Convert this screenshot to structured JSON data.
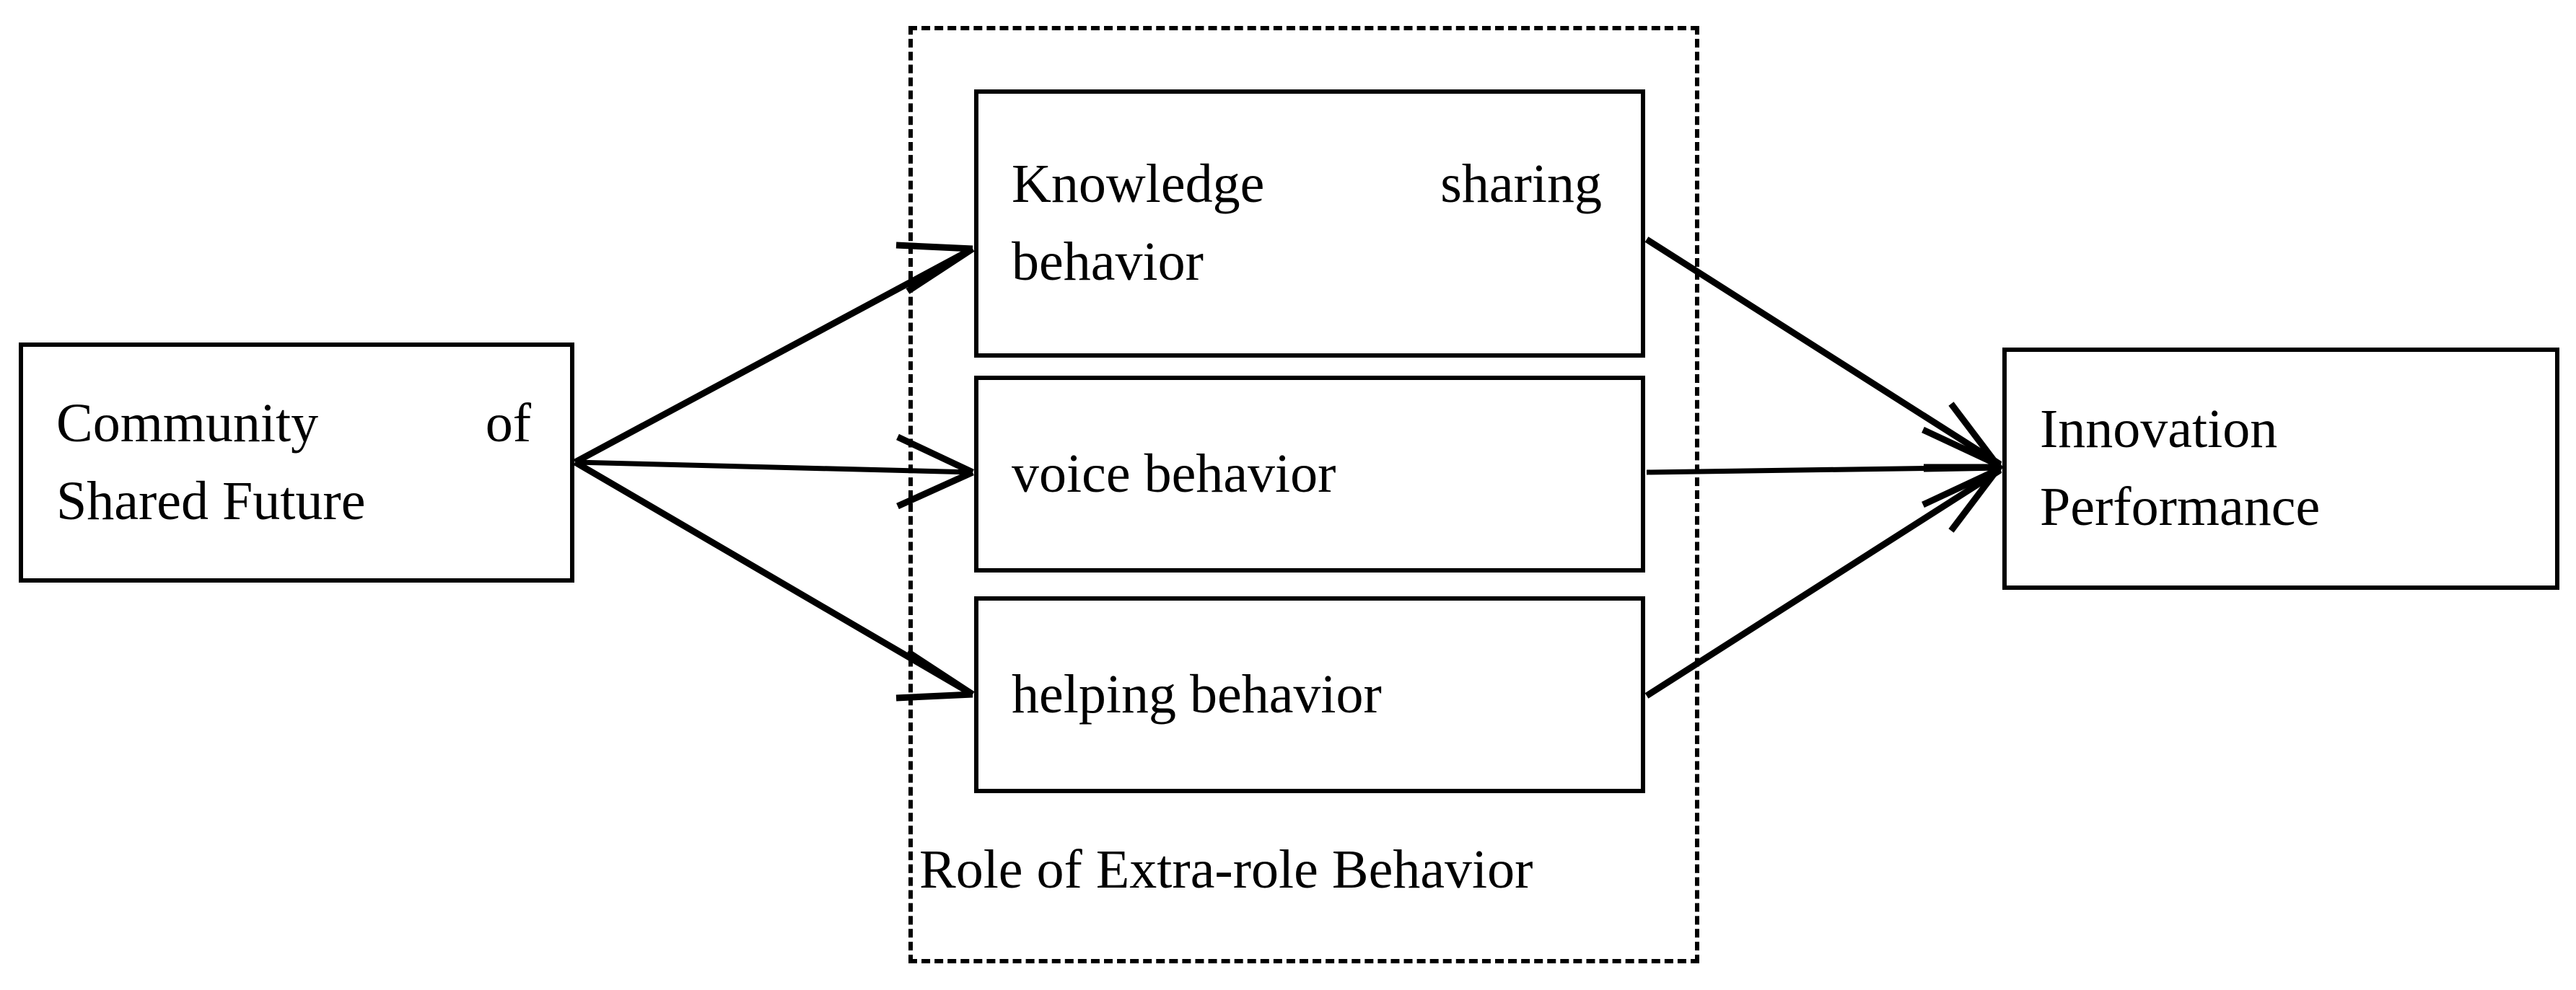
{
  "diagram": {
    "title": "Role of Extra-role Behavior mediation model",
    "background_color": "#ffffff",
    "stroke_color": "#000000",
    "nodes": {
      "community": {
        "label": "Community of Shared Future",
        "line1_a": "Community",
        "line1_b": "of",
        "line2": "Shared Future"
      },
      "knowledge": {
        "label": "Knowledge sharing behavior",
        "line1_a": "Knowledge",
        "line1_b": "sharing",
        "line2": "behavior"
      },
      "voice": {
        "label": "voice behavior"
      },
      "helping": {
        "label": "helping behavior"
      },
      "innovation": {
        "label": "Innovation Performance",
        "line1": "Innovation",
        "line2": "Performance"
      }
    },
    "region": {
      "caption": "Role of Extra-role Behavior",
      "border_style": "dashed"
    },
    "edges": [
      {
        "name": "community-to-knowledge",
        "from": "Community of Shared Future",
        "to": "Knowledge sharing behavior",
        "arrow": "to"
      },
      {
        "name": "community-to-voice",
        "from": "Community of Shared Future",
        "to": "voice behavior",
        "arrow": "to"
      },
      {
        "name": "community-to-helping",
        "from": "Community of Shared Future",
        "to": "helping behavior",
        "arrow": "to"
      },
      {
        "name": "knowledge-to-innovation",
        "from": "Knowledge sharing behavior",
        "to": "Innovation Performance",
        "arrow": "to"
      },
      {
        "name": "voice-to-innovation",
        "from": "voice behavior",
        "to": "Innovation Performance",
        "arrow": "to"
      },
      {
        "name": "helping-to-innovation",
        "from": "helping behavior",
        "to": "Innovation Performance",
        "arrow": "to"
      }
    ]
  }
}
